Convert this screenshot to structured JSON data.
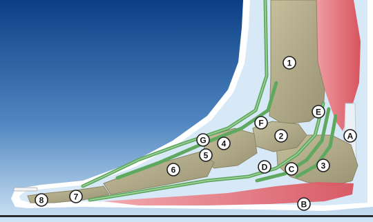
{
  "illustration": {
    "markers": [
      {
        "key": "1",
        "label": "1"
      },
      {
        "key": "2",
        "label": "2"
      },
      {
        "key": "3",
        "label": "3"
      },
      {
        "key": "4",
        "label": "4"
      },
      {
        "key": "5",
        "label": "5"
      },
      {
        "key": "6",
        "label": "6"
      },
      {
        "key": "7",
        "label": "7"
      },
      {
        "key": "8",
        "label": "8"
      },
      {
        "key": "A",
        "label": "A"
      },
      {
        "key": "B",
        "label": "B"
      },
      {
        "key": "C",
        "label": "C"
      },
      {
        "key": "D",
        "label": "D"
      },
      {
        "key": "E",
        "label": "E"
      },
      {
        "key": "F",
        "label": "F"
      },
      {
        "key": "G",
        "label": "G"
      }
    ],
    "colors": {
      "sky_top": "#0b3f86",
      "sky_bottom": "#cfe4f5",
      "skin_outline": "#ffffff",
      "soft_tissue": "#d7e9f7",
      "bone": "#b3ab88",
      "bone_dark": "#8a8465",
      "tendon": "#5fa860",
      "muscle": "#e0707a",
      "floor": "#2a2a2a"
    }
  }
}
